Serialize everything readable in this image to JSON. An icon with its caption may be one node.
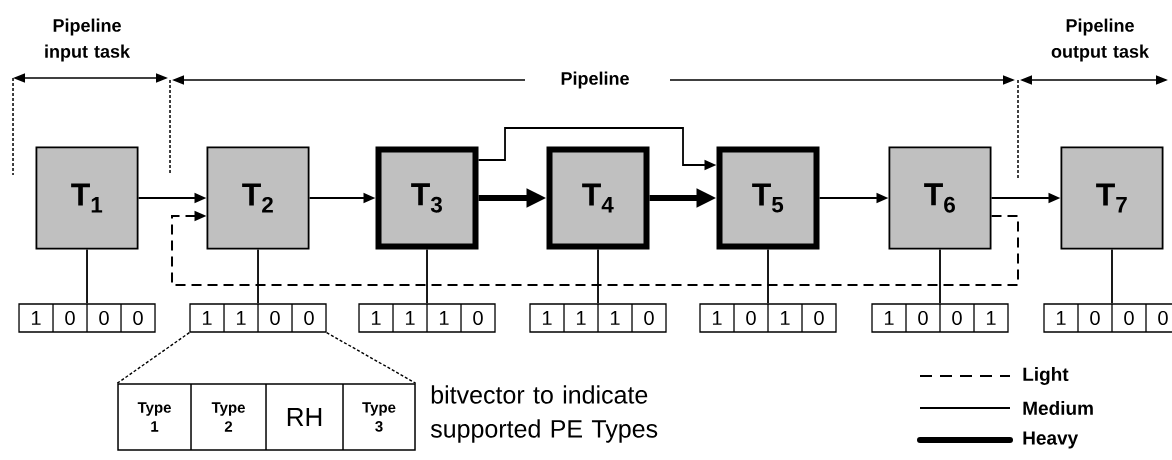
{
  "diagram": {
    "nodes": [
      {
        "text": [
          "T$_{1}$"
        ]
      },
      {
        "text": [
          "T$_{2}$"
        ]
      },
      {
        "text": [
          "T$_{3}$"
        ]
      },
      {
        "text": [
          "T$_{4}$"
        ]
      },
      {
        "text": [
          "T$_{5}$"
        ]
      },
      {
        "text": [
          "T$_{6}$"
        ]
      },
      {
        "text": [
          "T$_{7}$"
        ]
      },
      {
        "text": [
          "1",
          "0",
          "0",
          "0"
        ]
      },
      {
        "text": [
          "1",
          "1",
          "0",
          "0"
        ]
      },
      {
        "text": [
          "1",
          "1",
          "1",
          "0"
        ]
      },
      {
        "text": [
          "1",
          "1",
          "1",
          "0"
        ]
      },
      {
        "text": [
          "1",
          "0",
          "1",
          "0"
        ]
      },
      {
        "text": [
          "1",
          "0",
          "0",
          "1"
        ]
      },
      {
        "text": [
          "1",
          "0",
          "0",
          "0"
        ]
      },
      {
        "text": [
          "Type 1",
          "Type 2",
          "RH",
          "Type 3"
        ],
        "beside": [
          "bitvector to indicate supported PE Types"
        ]
      }
    ],
    "edges": [
      {
        "from": 0,
        "to": 1,
        "arrow": "to"
      },
      {
        "from": 1,
        "to": 2,
        "arrow": "to"
      },
      {
        "from": 2,
        "to": 3,
        "arrow": "to",
        "style": "thick"
      },
      {
        "from": 3,
        "to": 4,
        "arrow": "to",
        "style": "thick"
      },
      {
        "from": 2,
        "to": 4,
        "arrow": "to"
      },
      {
        "from": 4,
        "to": 5,
        "arrow": "to"
      },
      {
        "from": 5,
        "to": 6,
        "arrow": "to"
      },
      {
        "from": 5,
        "to": 1,
        "arrow": "to",
        "style": "dashed"
      },
      {
        "from": 0,
        "to": 7,
        "arrow": "none"
      },
      {
        "from": 1,
        "to": 8,
        "arrow": "none"
      },
      {
        "from": 2,
        "to": 9,
        "arrow": "none"
      },
      {
        "from": 3,
        "to": 10,
        "arrow": "none"
      },
      {
        "from": 4,
        "to": 11,
        "arrow": "none"
      },
      {
        "from": 5,
        "to": 12,
        "arrow": "none"
      },
      {
        "from": 6,
        "to": 13,
        "arrow": "none"
      },
      {
        "from": 8,
        "to": 14,
        "arrow": "none",
        "style": "dashed"
      },
      {
        "from": 8,
        "to": 14,
        "arrow": "none",
        "style": "dashed"
      }
    ],
    "labels": [
      "Pipeline input task",
      "Pipeline",
      "Pipeline output task"
    ],
    "legend": [
      {
        "text": "Light"
      },
      {
        "text": "Medium"
      },
      {
        "text": "Heavy"
      }
    ]
  }
}
